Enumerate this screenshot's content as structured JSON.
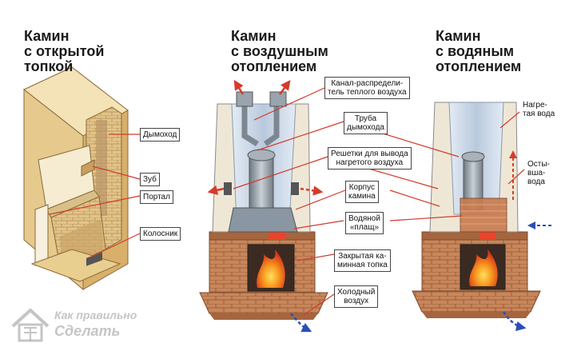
{
  "titles": {
    "open": [
      "Камин",
      "с открытой",
      "топкой"
    ],
    "air": [
      "Камин",
      "с воздушным",
      "отоплением"
    ],
    "water": [
      "Камин",
      "с водяным",
      "отоплением"
    ]
  },
  "labels_left": {
    "chimney": "Дымоход",
    "tooth": "Зуб",
    "portal": "Портал",
    "grate": "Колосник"
  },
  "labels_center": {
    "channel": [
      "Канал-распредели-",
      "тель теплого воздуха"
    ],
    "flue_pipe": [
      "Труба",
      "дымохода"
    ],
    "grilles": [
      "Решетки для вывода",
      "нагретого воздуха"
    ],
    "body": [
      "Корпус",
      "камина"
    ],
    "water_jacket": [
      "Водяной",
      "«плащ»"
    ],
    "closed_firebox": [
      "Закрытая ка-",
      "минная топка"
    ],
    "cold_air": [
      "Холодный",
      "воздух"
    ]
  },
  "labels_right": {
    "heated_water": [
      "Нагре-",
      "тая вода"
    ],
    "cooled_water": [
      "Осты-",
      "вша-",
      "вода"
    ]
  },
  "watermark": {
    "line1": "Как правильно",
    "line2": "Сделать"
  },
  "colors": {
    "brick": "#c8865a",
    "brick_dark": "#a5653f",
    "cream": "#f0dfb0",
    "metal": "#8f9aa3",
    "glass": "#c8d6e6",
    "fire": "#f08a1a",
    "arrow_red": "#d83a2a",
    "arrow_blue": "#2a4fb8",
    "leader": "#d23a2a"
  }
}
